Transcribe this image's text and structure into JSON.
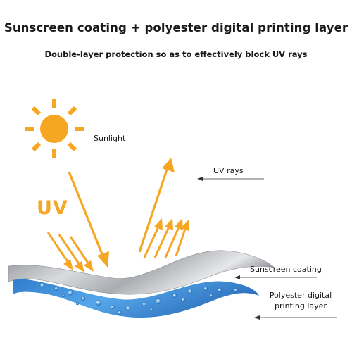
{
  "header": {
    "title": "Sunscreen coating + polyester digital printing layer",
    "subtitle": "Double-layer protection so as to effectively block UV rays"
  },
  "labels": {
    "sunlight": "Sunlight",
    "uv": "UV",
    "uv_rays": "UV rays",
    "sunscreen_coating": "Sunscreen coating",
    "polyester_layer": "Polyester digital printing layer"
  },
  "colors": {
    "accent_orange": "#f5a623",
    "fabric_silver": "#b9bcc0",
    "fabric_blue": "#3f8fd6",
    "text": "#1a1a1a"
  },
  "icons": {
    "sun": "sun-icon",
    "arrow": "arrow-icon",
    "water_drops": "water-droplet-icon"
  }
}
